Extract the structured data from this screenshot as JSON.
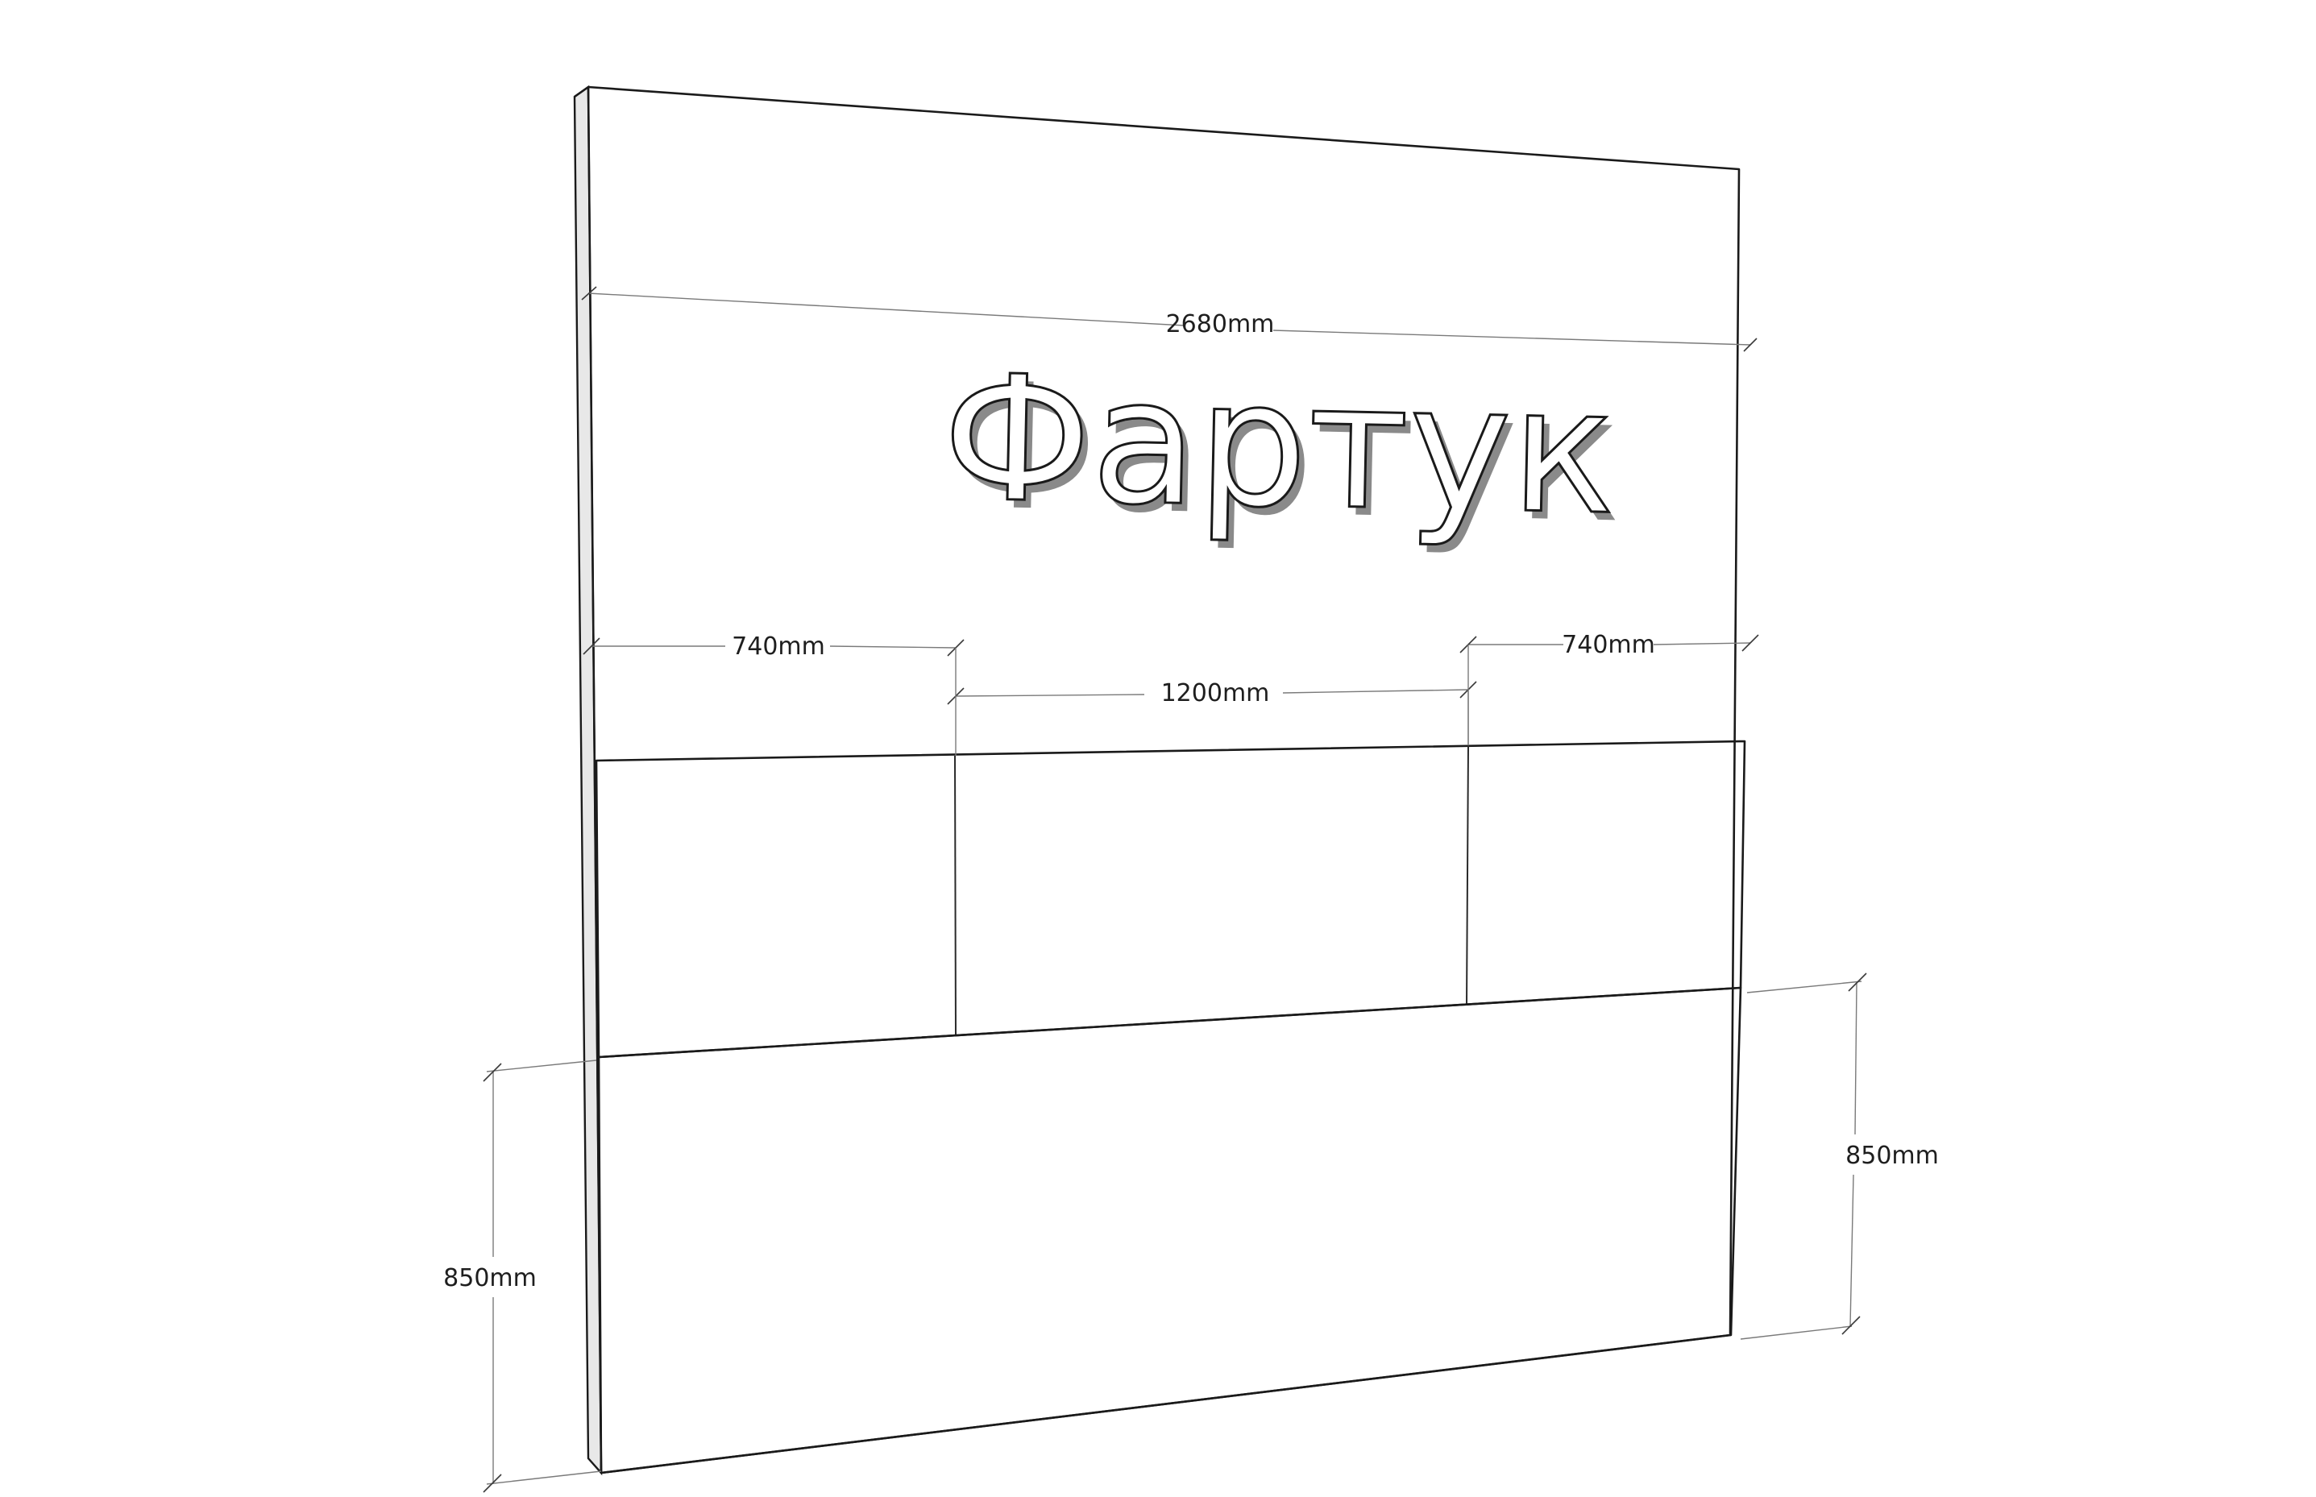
{
  "title": "Фартук",
  "dimensions": {
    "total_width": "2680mm",
    "left_panel": "740mm",
    "center_panel": "1200mm",
    "right_panel": "740mm",
    "height_left": "850mm",
    "height_right": "850mm"
  }
}
